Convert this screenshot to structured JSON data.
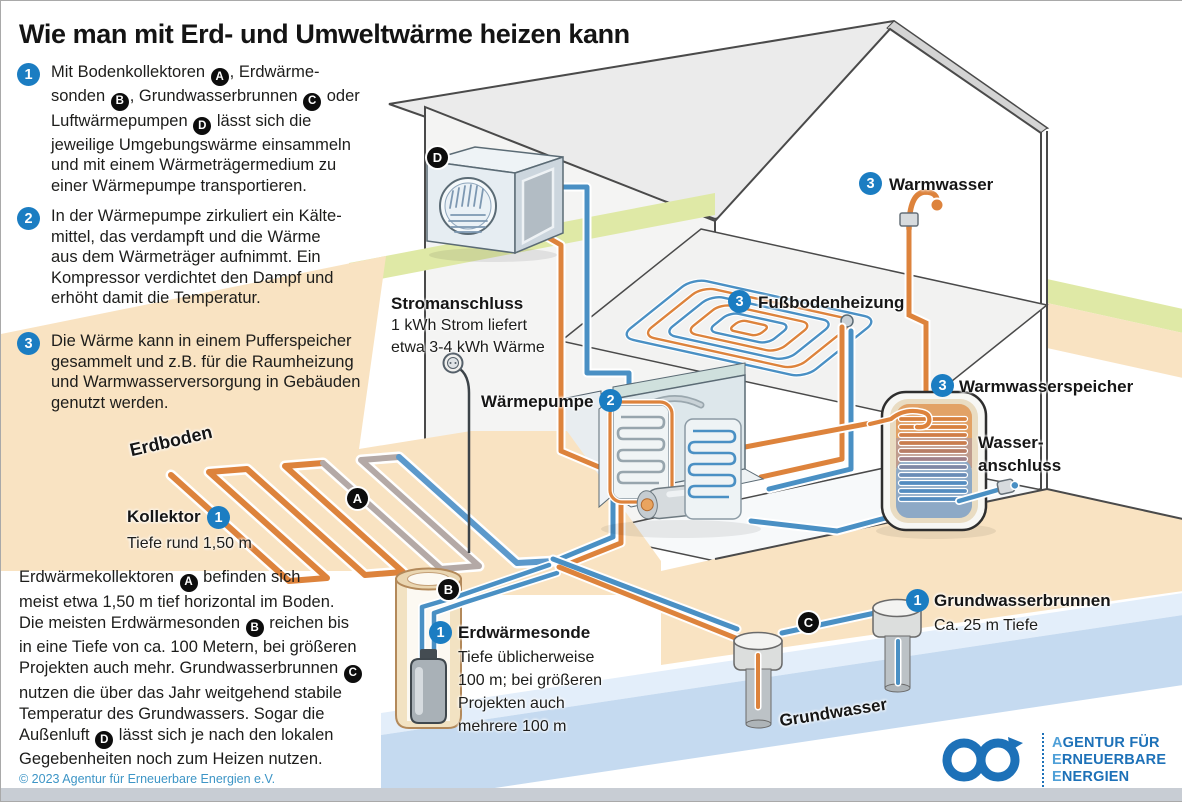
{
  "colors": {
    "accent-blue": "#1b7dc2",
    "badge-black": "#0d0d0d",
    "text-black": "#1d1d1b",
    "pipe-orange": "#dd833c",
    "pipe-blue": "#4a90c4",
    "soil-tan": "#f9e3c2",
    "grass-green": "#dfe9a6",
    "groundwater-blue": "#c5daf0",
    "groundwater-light": "#e3eefa",
    "roof-gray": "#ebebeb",
    "logo-blue": "#1d71b8",
    "logo-light-blue": "#4fa0d8",
    "copyright-blue": "#3d95c6"
  },
  "header": {
    "title": "Wie man mit Erd- und Umweltwärme heizen kann"
  },
  "steps": [
    {
      "num": "1",
      "segments": [
        {
          "t": "Mit Bodenkollektoren "
        },
        {
          "t": "A",
          "c": "badge"
        },
        {
          "t": ", Erdwärme-\nsonden "
        },
        {
          "t": "B",
          "c": "badge"
        },
        {
          "t": ", Grundwasserbrunnen "
        },
        {
          "t": "C",
          "c": "badge"
        },
        {
          "t": " oder\nLuftwärmepumpen "
        },
        {
          "t": "D",
          "c": "badge"
        },
        {
          "t": " lässt sich die\njeweilige Umgebungswärme einsammeln\nund mit einem Wärmeträgermedium zu\neiner Wärmepumpe transportieren."
        }
      ]
    },
    {
      "num": "2",
      "segments": [
        {
          "t": "In der Wärmepumpe zirkuliert ein Kälte-\nmittel, das verdampft und die Wärme\naus dem Wärmeträger aufnimmt. Ein\nKompressor verdichtet den Dampf und\nerhöht damit die Temperatur."
        }
      ]
    },
    {
      "num": "3",
      "segments": [
        {
          "t": "Die Wärme kann in einem Pufferspeicher\ngesammelt und z.B. für die Raumheizung\nund Warmwasserversorgung in Gebäuden\ngenutzt werden."
        }
      ]
    }
  ],
  "footnote": {
    "segments": [
      {
        "t": "Erdwärmekollektoren "
      },
      {
        "t": "A",
        "c": "badge"
      },
      {
        "t": " befinden sich\nmeist etwa 1,50 m tief horizontal im Boden.\nDie meisten Erdwärmesonden "
      },
      {
        "t": "B",
        "c": "badge"
      },
      {
        "t": " reichen bis\nin eine Tiefe von ca. 100 Metern, bei größeren\nProjekten auch mehr. Grundwasserbrunnen "
      },
      {
        "t": "C",
        "c": "badge"
      },
      {
        "t": "\nnutzen die über das Jahr weitgehend stabile\nTemperatur des Grundwassers. Sogar die\nAußenluft "
      },
      {
        "t": "D",
        "c": "badge"
      },
      {
        "t": " lässt sich je nach den lokalen\nGegebenheiten noch zum Heizen nutzen."
      }
    ]
  },
  "copyright": "© 2023 Agentur für Erneuerbare Energien e.V.",
  "diagram": {
    "stromanschluss": {
      "title": "Stromanschluss",
      "line1": "1 kWh Strom liefert",
      "line2": "etwa 3-4 kWh Wärme"
    },
    "waermepumpe": {
      "label": "Wärmepumpe",
      "num": "2"
    },
    "warmwasser": {
      "label": "Warmwasser",
      "num": "3"
    },
    "fussbodenheizung": {
      "label": "Fußbodenheizung",
      "num": "3"
    },
    "warmwasserspeicher": {
      "label": "Warmwasserspeicher",
      "num": "3"
    },
    "wasseranschluss": {
      "label": "Wasser-\nanschluss"
    },
    "erdboden": {
      "label": "Erdboden"
    },
    "kollektor": {
      "label": "Kollektor",
      "num": "1",
      "sub": "Tiefe rund 1,50 m"
    },
    "erdwaermesonde": {
      "num": "1",
      "label": "Erdwärmesonde",
      "sub": "Tiefe üblicherweise\n100 m; bei größeren\nProjekten auch\nmehrere 100 m"
    },
    "grundwasserbrunnen": {
      "num": "1",
      "label": "Grundwasserbrunnen",
      "sub": "Ca. 25 m Tiefe"
    },
    "grundwasser": {
      "label": "Grundwasser"
    },
    "markers": {
      "a": "A",
      "b": "B",
      "c": "C",
      "d": "D"
    }
  },
  "logo": {
    "lines": [
      {
        "initial": "A",
        "rest": "GENTUR FÜR"
      },
      {
        "initial": "E",
        "rest": "RNEUERBARE"
      },
      {
        "initial": "E",
        "rest": "NERGIEN"
      }
    ]
  }
}
